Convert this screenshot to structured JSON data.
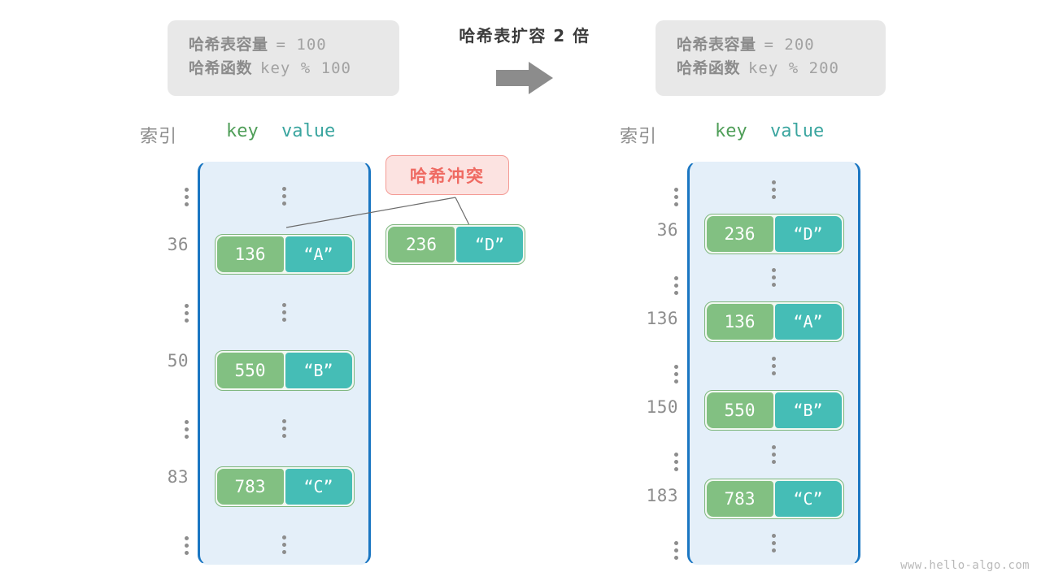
{
  "title": "哈希表扩容 2 倍",
  "arrow_icon": "right-arrow-icon",
  "colors": {
    "key_cell": "#82c082",
    "value_cell": "#45bdb6",
    "bucket_fill": "#e4eff9",
    "bucket_border": "#1a76c2",
    "badge_text": "#ef6a62",
    "badge_fill": "#fce3e1",
    "info_fill": "#e8e8e8"
  },
  "info_before": {
    "capacity_label": "哈希表容量",
    "capacity_value": "= 100",
    "function_label": "哈希函数",
    "function_value": "key % 100"
  },
  "info_after": {
    "capacity_label": "哈希表容量",
    "capacity_value": "= 200",
    "function_label": "哈希函数",
    "function_value": "key % 200"
  },
  "headers": {
    "index": "索引",
    "key": "key",
    "value": "value"
  },
  "collision_badge": "哈希冲突",
  "collided_entry": {
    "key": "236",
    "value": "“D”"
  },
  "table_before": {
    "rows": [
      {
        "index": "⋮",
        "type": "ellipsis"
      },
      {
        "index": "36",
        "type": "entry",
        "key": "136",
        "value": "“A”"
      },
      {
        "index": "⋮",
        "type": "ellipsis"
      },
      {
        "index": "50",
        "type": "entry",
        "key": "550",
        "value": "“B”"
      },
      {
        "index": "⋮",
        "type": "ellipsis"
      },
      {
        "index": "83",
        "type": "entry",
        "key": "783",
        "value": "“C”"
      },
      {
        "index": "⋮",
        "type": "ellipsis"
      }
    ]
  },
  "table_after": {
    "rows": [
      {
        "index": "⋮",
        "type": "ellipsis"
      },
      {
        "index": "36",
        "type": "entry",
        "key": "236",
        "value": "“D”"
      },
      {
        "index": "⋮",
        "type": "ellipsis"
      },
      {
        "index": "136",
        "type": "entry",
        "key": "136",
        "value": "“A”"
      },
      {
        "index": "⋮",
        "type": "ellipsis"
      },
      {
        "index": "150",
        "type": "entry",
        "key": "550",
        "value": "“B”"
      },
      {
        "index": "⋮",
        "type": "ellipsis"
      },
      {
        "index": "183",
        "type": "entry",
        "key": "783",
        "value": "“C”"
      },
      {
        "index": "⋮",
        "type": "ellipsis"
      }
    ]
  },
  "watermark": "www.hello-algo.com"
}
